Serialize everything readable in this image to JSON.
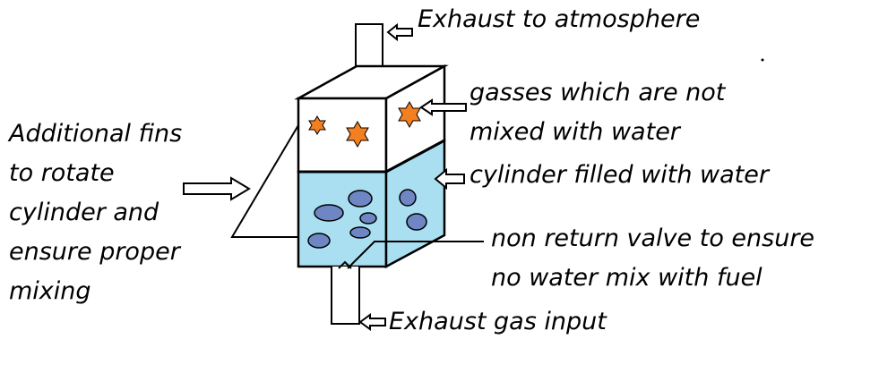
{
  "labels": {
    "exhaust_out": "Exhaust to atmosphere",
    "gasses": [
      "gasses which are not",
      "mixed with water"
    ],
    "cylinder": "cylinder filled with water",
    "fins": [
      "Additional fins",
      "to rotate",
      "cylinder and",
      "ensure proper",
      "mixing"
    ],
    "valve": [
      "non return valve to ensure",
      "no water mix with fuel"
    ],
    "exhaust_in": "Exhaust gas input"
  },
  "colors": {
    "water": "#a9dff0",
    "bubble": "#6f86c4",
    "star": "#f47f20",
    "outline": "#000000"
  }
}
